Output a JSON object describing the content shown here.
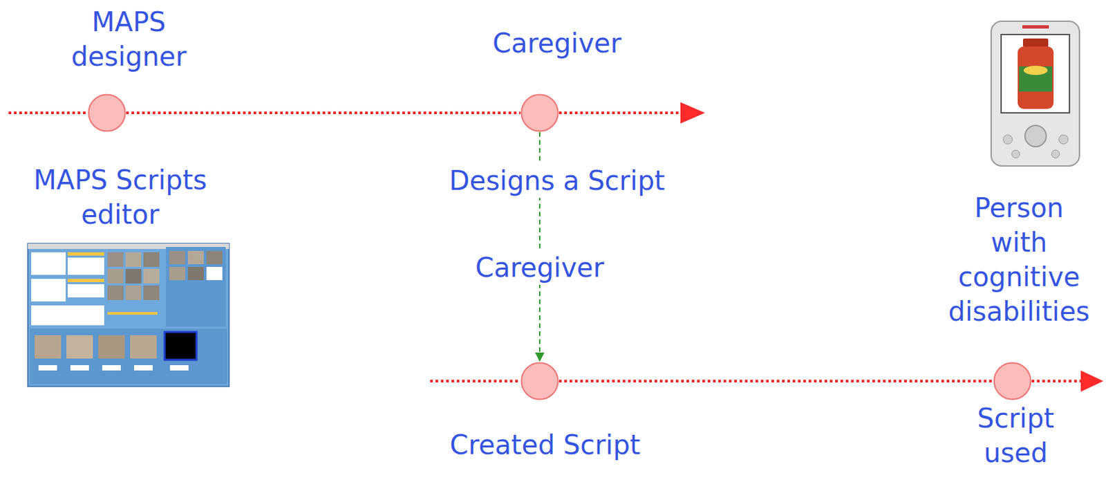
{
  "diagram": {
    "nodes": [
      {
        "text": [
          "MAPS designer"
        ]
      },
      {
        "text": [
          "Caregiver",
          "Designs a Script"
        ]
      },
      {
        "text": [
          "Created Script"
        ]
      },
      {
        "text": [
          "Person with cognitive disabilities",
          "Script used"
        ]
      }
    ],
    "edges": [
      {
        "from": 0,
        "to": 1,
        "arrow": "none"
      },
      {
        "from": 1,
        "to": 2,
        "label": "Caregiver",
        "arrow": "to"
      },
      {
        "from": 2,
        "to": 3,
        "arrow": "none"
      }
    ],
    "labels": [
      "MAPS Scripts editor"
    ]
  }
}
